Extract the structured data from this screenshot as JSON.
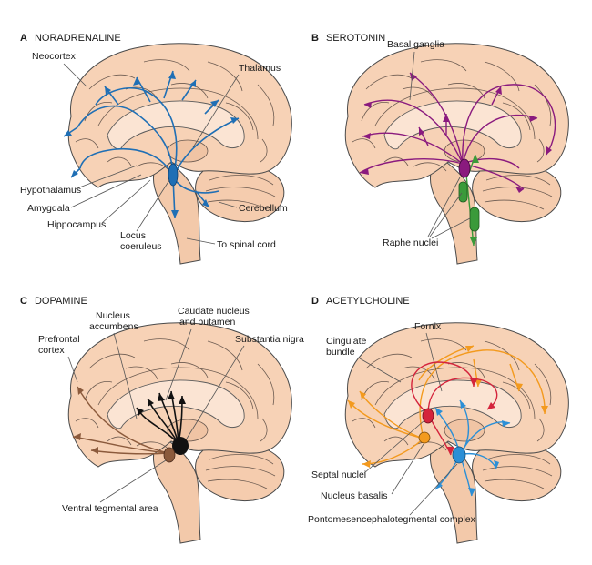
{
  "colors": {
    "noradrenaline": "#1f6fb5",
    "serotonin": "#8a1a7e",
    "serotonin_raphe": "#3a9a3a",
    "dopamine_black": "#111111",
    "dopamine_brown": "#8b5a3c",
    "ach_orange": "#f39a1e",
    "ach_red": "#d4243c",
    "ach_blue": "#2b8fd6",
    "brain_fill": "#f7d2b6"
  },
  "panels": [
    {
      "letter": "A",
      "title": "NORADRENALINE",
      "labels": [
        "Neocortex",
        "Thalamus",
        "Hypothalamus",
        "Amygdala",
        "Hippocampus",
        "Locus",
        "coeruleus",
        "Cerebellum",
        "To spinal cord"
      ]
    },
    {
      "letter": "B",
      "title": "SEROTONIN",
      "labels": [
        "Basal ganglia",
        "Raphe nuclei"
      ]
    },
    {
      "letter": "C",
      "title": "DOPAMINE",
      "labels": [
        "Nucleus",
        "accumbens",
        "Caudate nucleus",
        "and putamen",
        "Substantia nigra",
        "Prefrontal",
        "cortex",
        "Ventral tegmental area"
      ]
    },
    {
      "letter": "D",
      "title": "ACETYLCHOLINE",
      "labels": [
        "Fornix",
        "Cingulate",
        "bundle",
        "Septal nuclei",
        "Nucleus basalis",
        "Pontomesencephalotegmental complex"
      ]
    }
  ]
}
